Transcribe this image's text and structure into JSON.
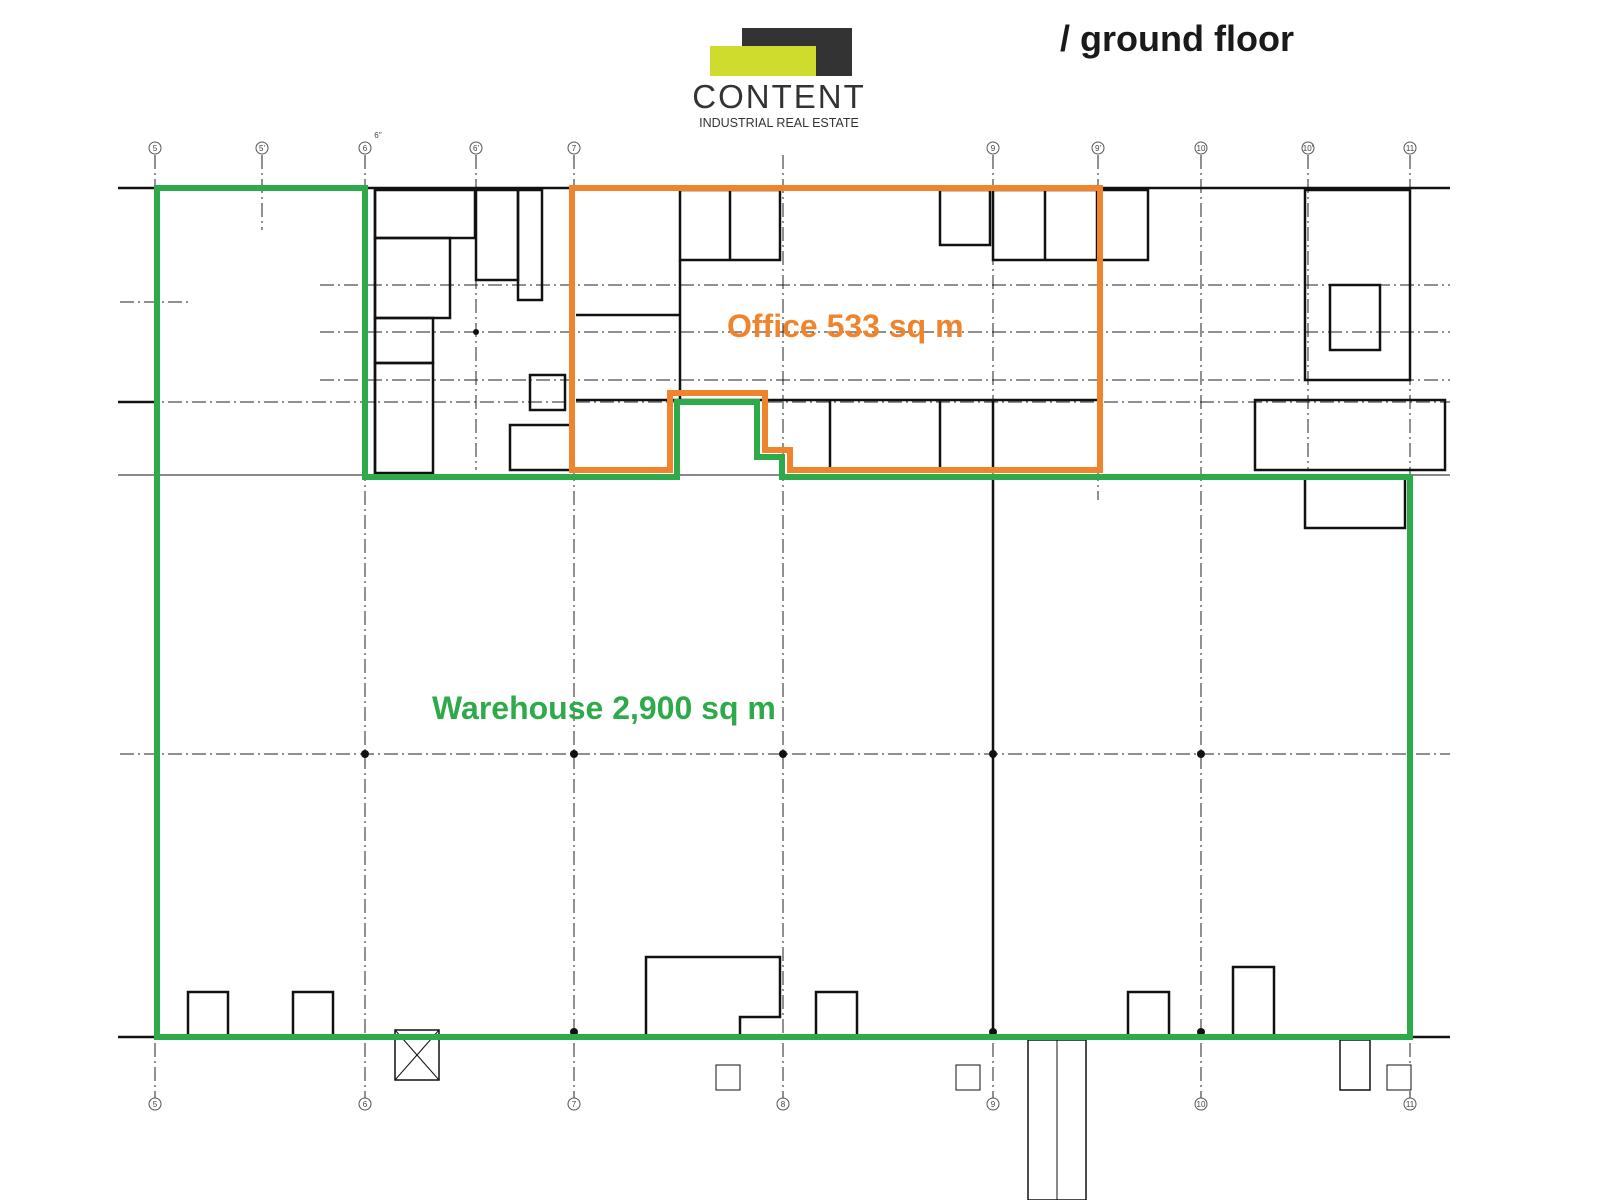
{
  "header": {
    "title": "/ ground floor"
  },
  "logo": {
    "name": "CONTENT",
    "tagline": "INDUSTRIAL REAL ESTATE"
  },
  "areas": {
    "office": {
      "label": "Office 533 sq m",
      "color": "#f0842c"
    },
    "warehouse": {
      "label": "Warehouse 2,900 sq m",
      "color": "#2eaa4a"
    }
  },
  "grid": {
    "top_axes": [
      "5",
      "5'",
      "6",
      "6'",
      "6''",
      "7",
      "9",
      "9'",
      "10",
      "10'",
      "11"
    ],
    "bottom_axes": [
      "5",
      "6",
      "7",
      "8",
      "9",
      "10",
      "11"
    ]
  }
}
